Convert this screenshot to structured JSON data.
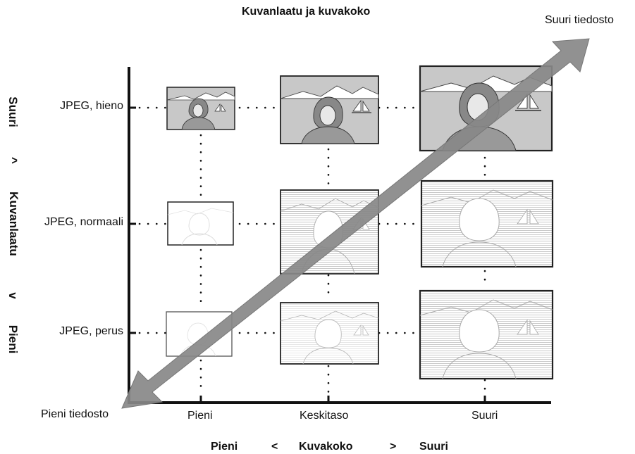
{
  "title": "Kuvanlaatu ja kuvakoko",
  "corner_labels": {
    "large_file": "Suuri tiedosto",
    "small_file": "Pieni tiedosto"
  },
  "rows": [
    "JPEG, hieno",
    "JPEG, normaali",
    "JPEG, perus"
  ],
  "columns": [
    "Pieni",
    "Keskitaso",
    "Suuri"
  ],
  "x_axis": {
    "low": "Pieni",
    "lt": "<",
    "name": "Kuvakoko",
    "gt": ">",
    "high": "Suuri"
  },
  "y_axis": {
    "high": "Suuri",
    "up": "^",
    "name": "Kuvanlaatu",
    "down": "v",
    "low": "Pieni"
  }
}
